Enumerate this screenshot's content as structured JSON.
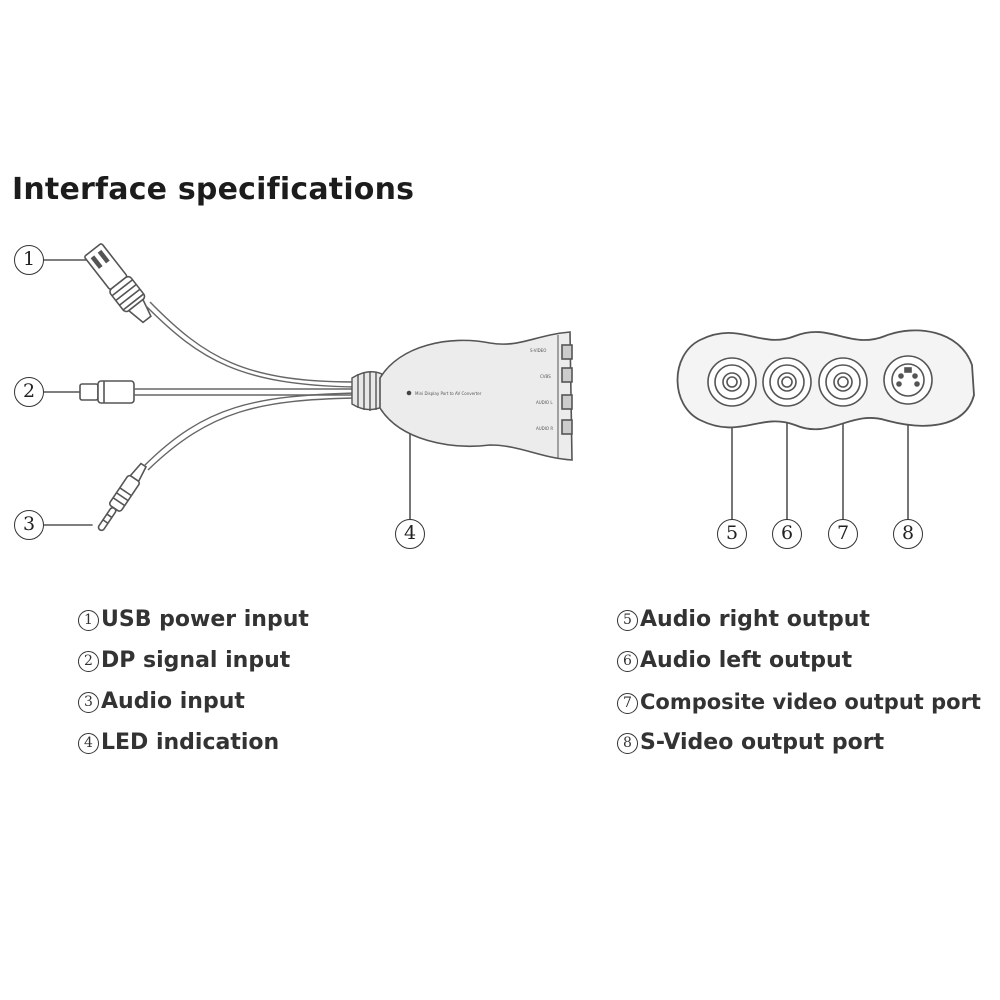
{
  "title": "Interface specifications",
  "callouts": [
    {
      "num": "1"
    },
    {
      "num": "2"
    },
    {
      "num": "3"
    },
    {
      "num": "4"
    },
    {
      "num": "5"
    },
    {
      "num": "6"
    },
    {
      "num": "7"
    },
    {
      "num": "8"
    }
  ],
  "legend": [
    {
      "num": "1",
      "text": "USB power input"
    },
    {
      "num": "2",
      "text": "DP signal input"
    },
    {
      "num": "3",
      "text": "Audio input"
    },
    {
      "num": "4",
      "text": "LED indication"
    },
    {
      "num": "5",
      "text": "Audio right output"
    },
    {
      "num": "6",
      "text": "Audio left output"
    },
    {
      "num": "7",
      "text": "Composite video output port"
    },
    {
      "num": "8",
      "text": "S-Video output port"
    }
  ],
  "device_labels": {
    "port1": "S-VIDEO",
    "port2": "CVBS",
    "port3": "AUDIO L",
    "port4": "AUDIO R",
    "body": "Mini Display Port to AV Converter"
  }
}
